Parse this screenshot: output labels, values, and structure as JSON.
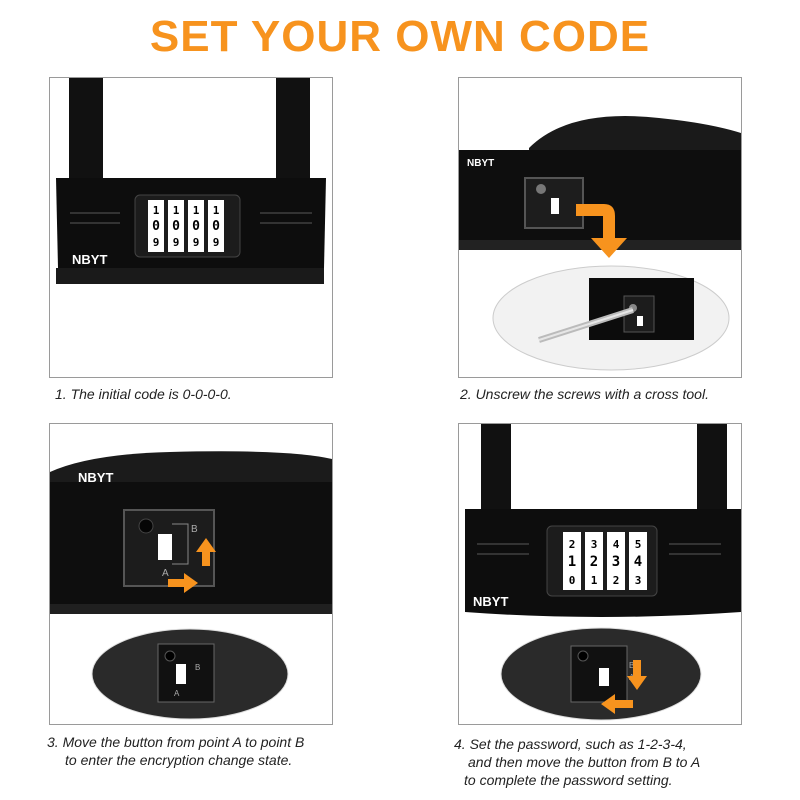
{
  "title": "SET YOUR OWN CODE",
  "brand": "NBYT",
  "dial_initial": [
    "1",
    "0",
    "9"
  ],
  "dial_set": {
    "top": [
      "2",
      "3",
      "4",
      "5"
    ],
    "middle": [
      "1",
      "2",
      "3",
      "4"
    ],
    "bottom": [
      "0",
      "1",
      "2",
      "3"
    ]
  },
  "switch_labels": {
    "a": "A",
    "b": "B"
  },
  "captions": {
    "step1": "1. The initial code is 0-0-0-0.",
    "step2": "2. Unscrew the screws with a cross tool.",
    "step3_line1": "3. Move the button from point A to point B",
    "step3_line2": "to enter the encryption change state.",
    "step4_line1": "4. Set the password, such as 1-2-3-4,",
    "step4_line2": "and then move the button from B to A",
    "step4_line3": "to complete the password setting."
  },
  "colors": {
    "accent": "#f7931e",
    "lock_body": "#111111",
    "frame": "#9a9a9a"
  }
}
